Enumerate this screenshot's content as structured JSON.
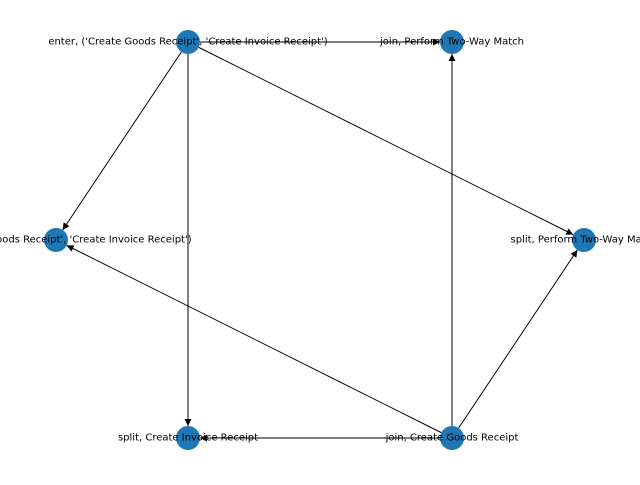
{
  "graph": {
    "node_color": "#1f77b4",
    "edge_color": "#000000",
    "background": "#ffffff",
    "nodes": [
      {
        "id": "enter",
        "label": "enter, ('Create Goods Receipt', 'Create Invoice Receipt')"
      },
      {
        "id": "join_match",
        "label": "join, Perform Two-Way Match"
      },
      {
        "id": "exit",
        "label": "exit, ('Create Goods Receipt', 'Create Invoice Receipt')"
      },
      {
        "id": "split_match",
        "label": "split, Perform Two-Way Match"
      },
      {
        "id": "split_invoice",
        "label": "split, Create Invoice Receipt"
      },
      {
        "id": "join_goods",
        "label": "join, Create Goods Receipt"
      }
    ],
    "edges": [
      {
        "from": "enter",
        "to": "join_match"
      },
      {
        "from": "enter",
        "to": "exit"
      },
      {
        "from": "enter",
        "to": "split_match"
      },
      {
        "from": "enter",
        "to": "split_invoice"
      },
      {
        "from": "join_goods",
        "to": "join_match"
      },
      {
        "from": "join_goods",
        "to": "split_match"
      },
      {
        "from": "join_goods",
        "to": "exit"
      },
      {
        "from": "join_goods",
        "to": "split_invoice"
      }
    ]
  }
}
